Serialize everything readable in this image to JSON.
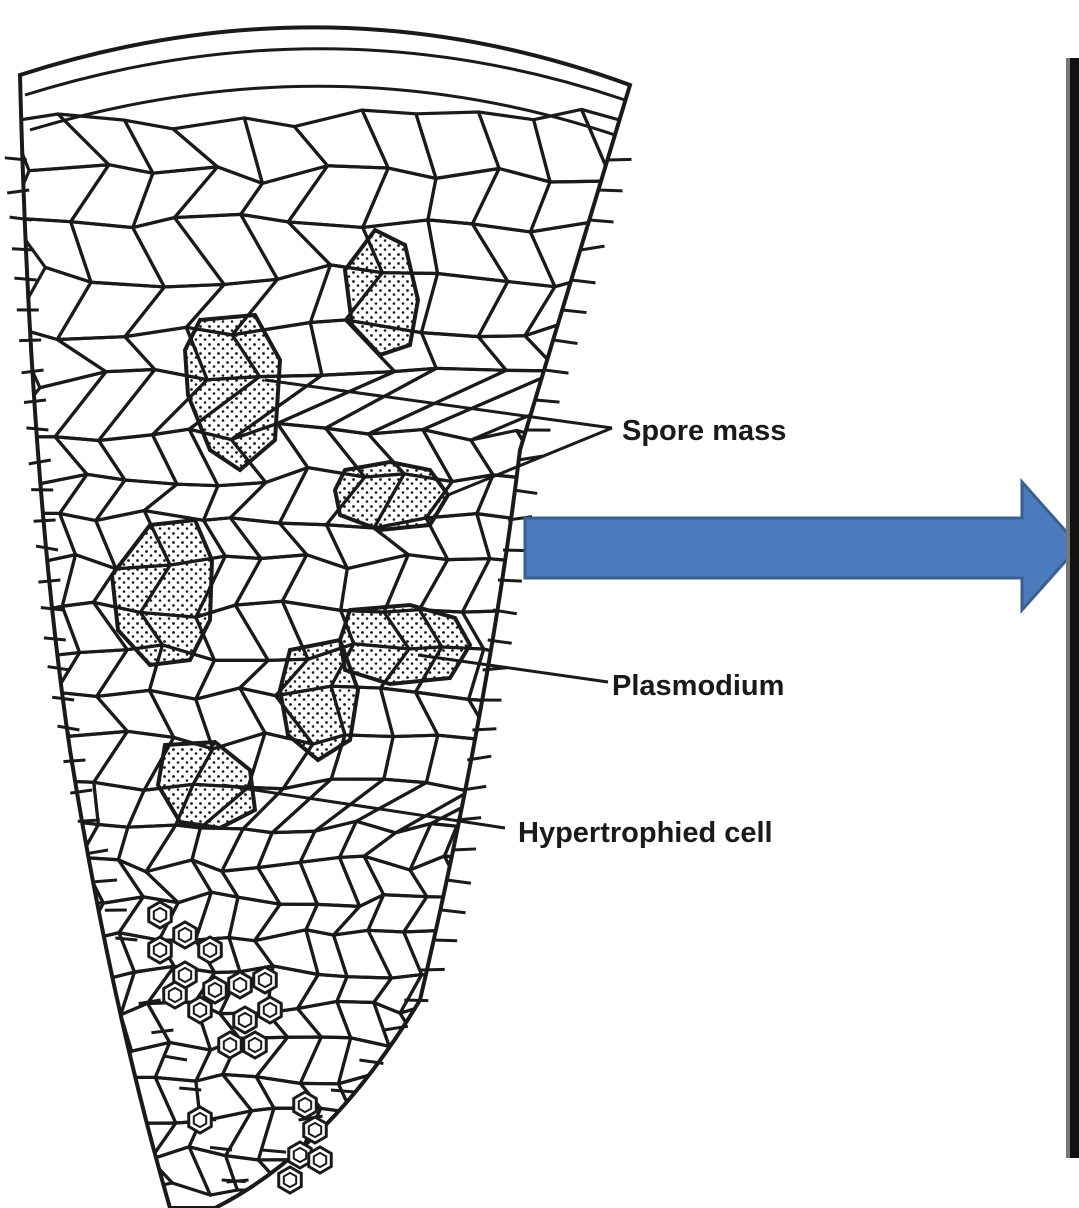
{
  "labels": {
    "spore_mass": "Spore mass",
    "plasmodium": "Plasmodium",
    "hypertrophied_cell": "Hypertrophied cell"
  },
  "colors": {
    "ink": "#1a1a1a",
    "arrow_fill": "#4a7bbd",
    "arrow_stroke": "#3a5f91",
    "background": "#ffffff",
    "right_panel_edge": "#111111"
  },
  "icons": {
    "arrow": "right-arrow-icon"
  }
}
